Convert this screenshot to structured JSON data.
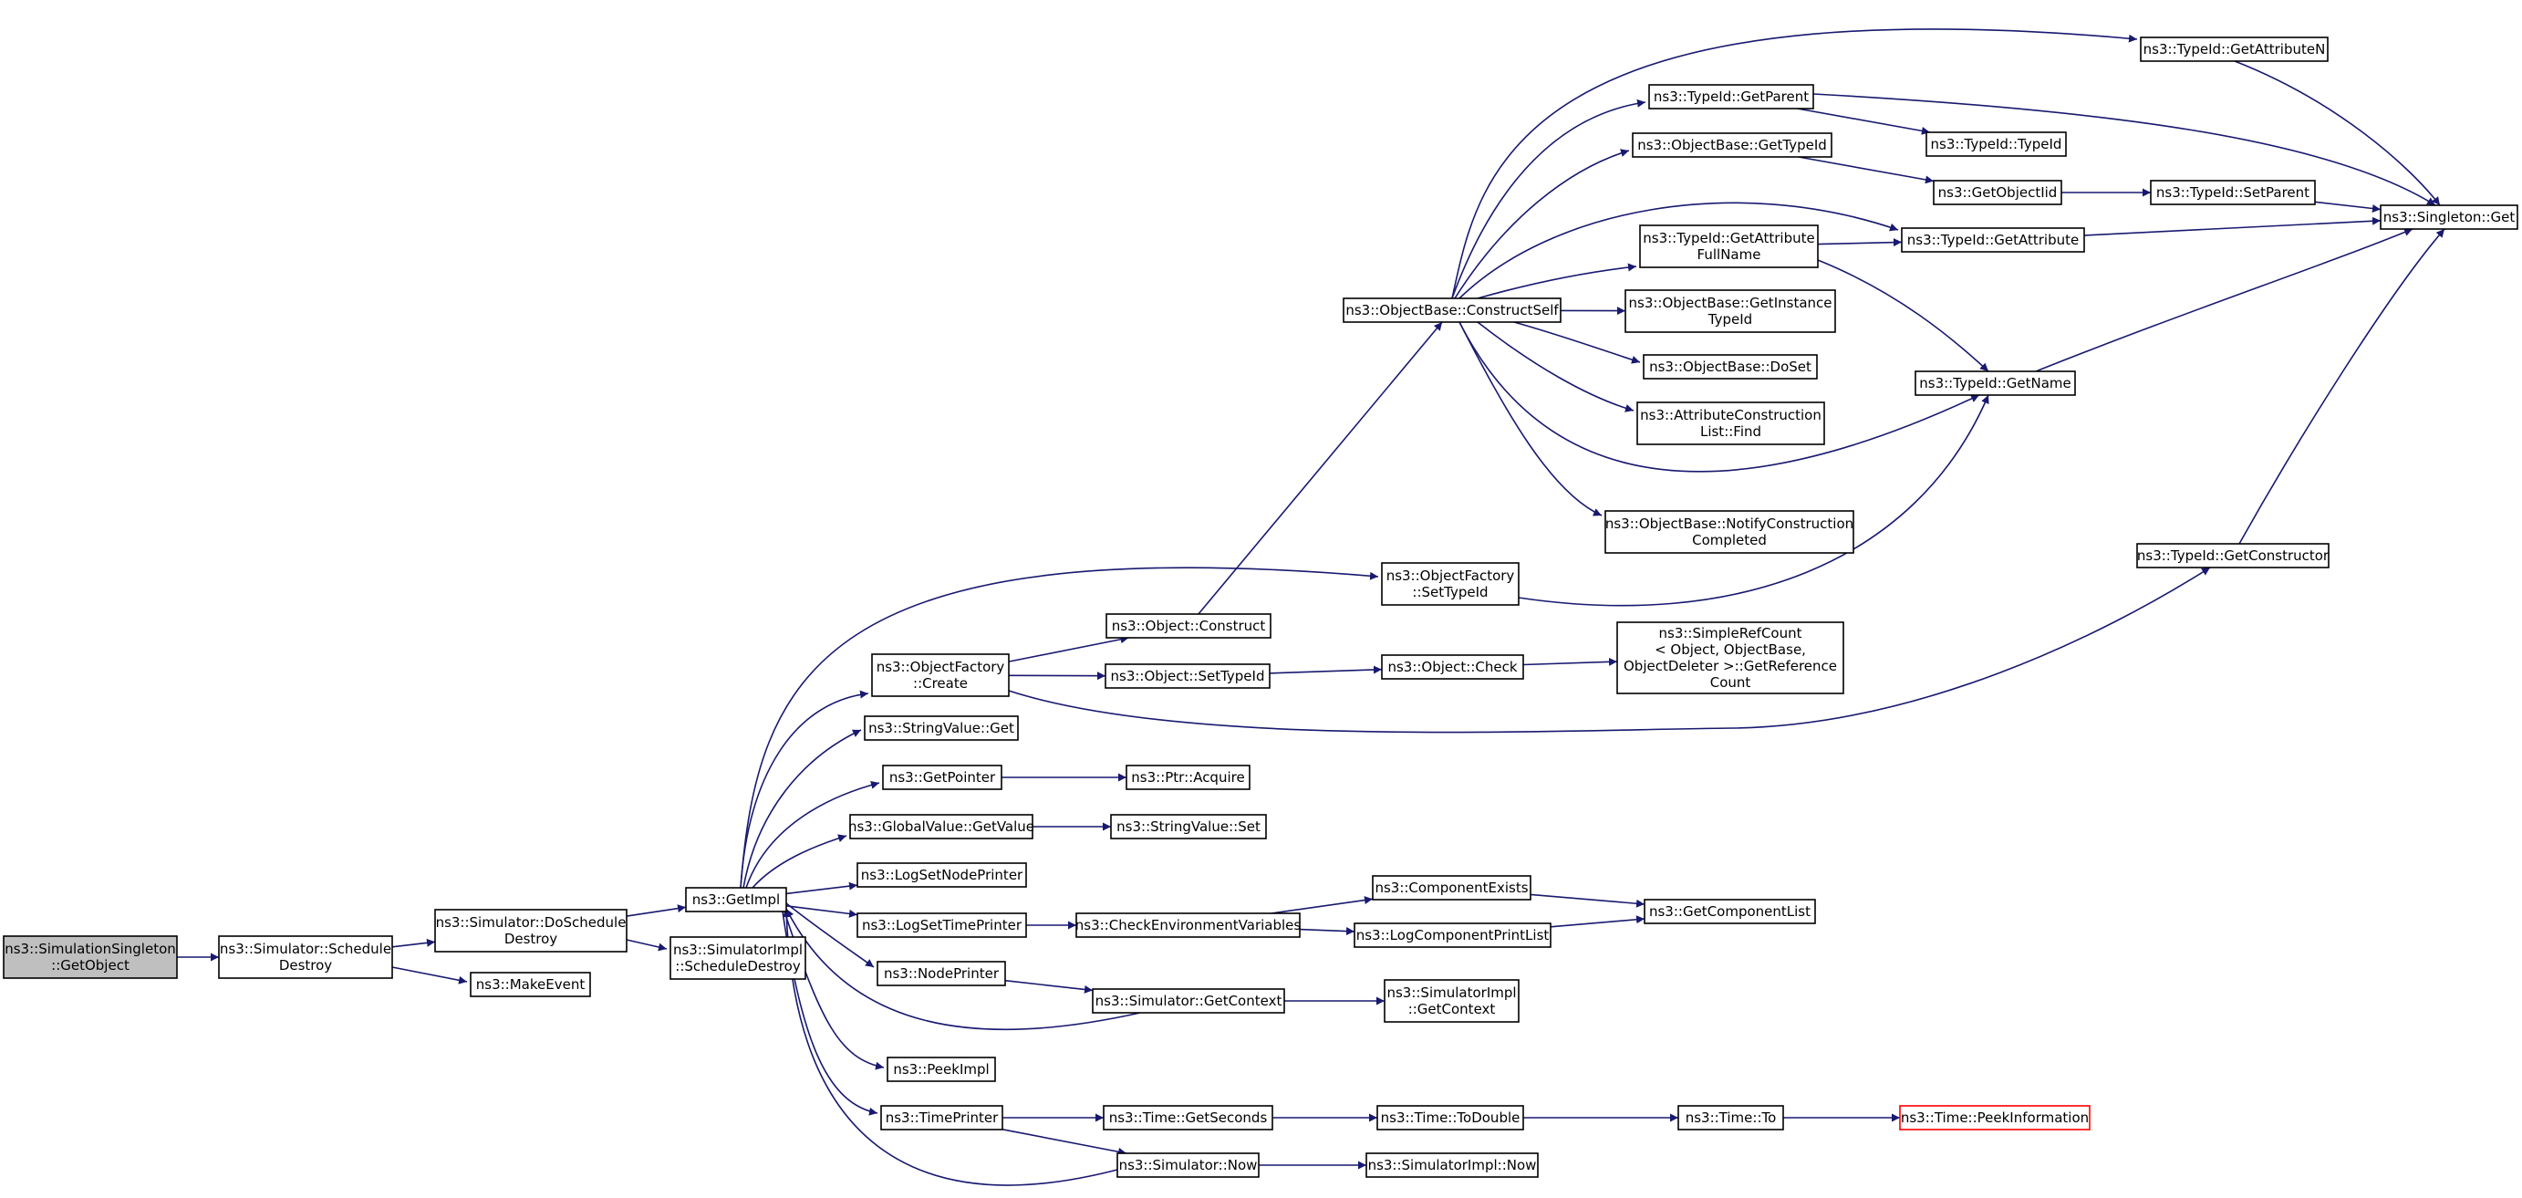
{
  "graph": {
    "colors": {
      "edge": "#191970",
      "node_border": "#000000",
      "root_fill": "#bfbfbf",
      "truncated_border": "#ff0000"
    },
    "nodes": [
      {
        "id": "n1",
        "lines": [
          "ns3::SimulationSingleton",
          "::GetObject"
        ]
      },
      {
        "id": "n2",
        "lines": [
          "ns3::Simulator::Schedule",
          "Destroy"
        ]
      },
      {
        "id": "n3",
        "lines": [
          "ns3::Simulator::DoSchedule",
          "Destroy"
        ]
      },
      {
        "id": "n4",
        "lines": [
          "ns3::MakeEvent"
        ]
      },
      {
        "id": "n5",
        "lines": [
          "ns3::GetImpl"
        ]
      },
      {
        "id": "n6",
        "lines": [
          "ns3::SimulatorImpl",
          "::ScheduleDestroy"
        ]
      },
      {
        "id": "n7",
        "lines": [
          "ns3::ObjectFactory",
          "::Create"
        ]
      },
      {
        "id": "n8",
        "lines": [
          "ns3::StringValue::Get"
        ]
      },
      {
        "id": "n9",
        "lines": [
          "ns3::GetPointer"
        ]
      },
      {
        "id": "n10",
        "lines": [
          "ns3::GlobalValue::GetValue"
        ]
      },
      {
        "id": "n11",
        "lines": [
          "ns3::LogSetNodePrinter"
        ]
      },
      {
        "id": "n12",
        "lines": [
          "ns3::LogSetTimePrinter"
        ]
      },
      {
        "id": "n13",
        "lines": [
          "ns3::NodePrinter"
        ]
      },
      {
        "id": "n14",
        "lines": [
          "ns3::PeekImpl"
        ]
      },
      {
        "id": "n15",
        "lines": [
          "ns3::TimePrinter"
        ]
      },
      {
        "id": "n16",
        "lines": [
          "ns3::ObjectFactory",
          "::SetTypeId"
        ]
      },
      {
        "id": "n17",
        "lines": [
          "ns3::Object::Construct"
        ]
      },
      {
        "id": "n18",
        "lines": [
          "ns3::Object::SetTypeId"
        ]
      },
      {
        "id": "n19",
        "lines": [
          "ns3::TypeId::GetConstructor"
        ]
      },
      {
        "id": "n20",
        "lines": [
          "ns3::ObjectBase::ConstructSelf"
        ]
      },
      {
        "id": "n21",
        "lines": [
          "ns3::Object::Check"
        ]
      },
      {
        "id": "n22",
        "lines": [
          "ns3::SimpleRefCount",
          "< Object, ObjectBase,",
          " ObjectDeleter >::GetReference",
          "Count"
        ]
      },
      {
        "id": "n23",
        "lines": [
          "ns3::Ptr::Acquire"
        ]
      },
      {
        "id": "n24",
        "lines": [
          "ns3::StringValue::Set"
        ]
      },
      {
        "id": "n25",
        "lines": [
          "ns3::CheckEnvironmentVariables"
        ]
      },
      {
        "id": "n26",
        "lines": [
          "ns3::ComponentExists"
        ]
      },
      {
        "id": "n27",
        "lines": [
          "ns3::LogComponentPrintList"
        ]
      },
      {
        "id": "n28",
        "lines": [
          "ns3::GetComponentList"
        ]
      },
      {
        "id": "n29",
        "lines": [
          "ns3::Simulator::GetContext"
        ]
      },
      {
        "id": "n30",
        "lines": [
          "ns3::SimulatorImpl",
          "::GetContext"
        ]
      },
      {
        "id": "n31",
        "lines": [
          "ns3::Time::GetSeconds"
        ]
      },
      {
        "id": "n32",
        "lines": [
          "ns3::Time::ToDouble"
        ]
      },
      {
        "id": "n33",
        "lines": [
          "ns3::Time::To"
        ]
      },
      {
        "id": "n34",
        "lines": [
          "ns3::Time::PeekInformation"
        ]
      },
      {
        "id": "n35",
        "lines": [
          "ns3::Simulator::Now"
        ]
      },
      {
        "id": "n36",
        "lines": [
          "ns3::SimulatorImpl::Now"
        ]
      },
      {
        "id": "n37",
        "lines": [
          "ns3::TypeId::GetAttributeN"
        ]
      },
      {
        "id": "n38",
        "lines": [
          "ns3::TypeId::GetParent"
        ]
      },
      {
        "id": "n39",
        "lines": [
          "ns3::ObjectBase::GetTypeId"
        ]
      },
      {
        "id": "n40",
        "lines": [
          "ns3::TypeId::GetAttribute",
          "FullName"
        ]
      },
      {
        "id": "n41",
        "lines": [
          "ns3::ObjectBase::GetInstance",
          "TypeId"
        ]
      },
      {
        "id": "n42",
        "lines": [
          "ns3::ObjectBase::DoSet"
        ]
      },
      {
        "id": "n43",
        "lines": [
          "ns3::AttributeConstruction",
          "List::Find"
        ]
      },
      {
        "id": "n44",
        "lines": [
          "ns3::ObjectBase::NotifyConstruction",
          "Completed"
        ]
      },
      {
        "id": "n45",
        "lines": [
          "ns3::TypeId::GetName"
        ]
      },
      {
        "id": "n46",
        "lines": [
          "ns3::TypeId::GetAttribute"
        ]
      },
      {
        "id": "n47",
        "lines": [
          "ns3::TypeId::TypeId"
        ]
      },
      {
        "id": "n48",
        "lines": [
          "ns3::GetObjectIid"
        ]
      },
      {
        "id": "n49",
        "lines": [
          "ns3::TypeId::SetParent"
        ]
      },
      {
        "id": "n50",
        "lines": [
          "ns3::Singleton::Get"
        ]
      }
    ],
    "edges": [
      [
        "n1",
        "n2"
      ],
      [
        "n2",
        "n3"
      ],
      [
        "n2",
        "n4"
      ],
      [
        "n3",
        "n5"
      ],
      [
        "n3",
        "n6"
      ],
      [
        "n5",
        "n7"
      ],
      [
        "n5",
        "n8"
      ],
      [
        "n5",
        "n9"
      ],
      [
        "n5",
        "n10"
      ],
      [
        "n5",
        "n11"
      ],
      [
        "n5",
        "n12"
      ],
      [
        "n5",
        "n13"
      ],
      [
        "n5",
        "n14"
      ],
      [
        "n5",
        "n15"
      ],
      [
        "n5",
        "n16"
      ],
      [
        "n7",
        "n17"
      ],
      [
        "n7",
        "n18"
      ],
      [
        "n7",
        "n19"
      ],
      [
        "n17",
        "n20"
      ],
      [
        "n18",
        "n21"
      ],
      [
        "n21",
        "n22"
      ],
      [
        "n9",
        "n23"
      ],
      [
        "n10",
        "n24"
      ],
      [
        "n12",
        "n25"
      ],
      [
        "n25",
        "n26"
      ],
      [
        "n25",
        "n27"
      ],
      [
        "n26",
        "n28"
      ],
      [
        "n27",
        "n28"
      ],
      [
        "n13",
        "n29"
      ],
      [
        "n29",
        "n30"
      ],
      [
        "n29",
        "n5"
      ],
      [
        "n15",
        "n31"
      ],
      [
        "n15",
        "n35"
      ],
      [
        "n31",
        "n32"
      ],
      [
        "n32",
        "n33"
      ],
      [
        "n33",
        "n34"
      ],
      [
        "n35",
        "n36"
      ],
      [
        "n35",
        "n5"
      ],
      [
        "n16",
        "n45"
      ],
      [
        "n20",
        "n37"
      ],
      [
        "n20",
        "n38"
      ],
      [
        "n20",
        "n39"
      ],
      [
        "n20",
        "n40"
      ],
      [
        "n20",
        "n41"
      ],
      [
        "n20",
        "n42"
      ],
      [
        "n20",
        "n43"
      ],
      [
        "n20",
        "n44"
      ],
      [
        "n20",
        "n45"
      ],
      [
        "n20",
        "n46"
      ],
      [
        "n38",
        "n47"
      ],
      [
        "n38",
        "n50"
      ],
      [
        "n39",
        "n48"
      ],
      [
        "n48",
        "n49"
      ],
      [
        "n49",
        "n50"
      ],
      [
        "n40",
        "n46"
      ],
      [
        "n40",
        "n45"
      ],
      [
        "n46",
        "n50"
      ],
      [
        "n45",
        "n50"
      ],
      [
        "n37",
        "n50"
      ],
      [
        "n19",
        "n50"
      ]
    ]
  }
}
